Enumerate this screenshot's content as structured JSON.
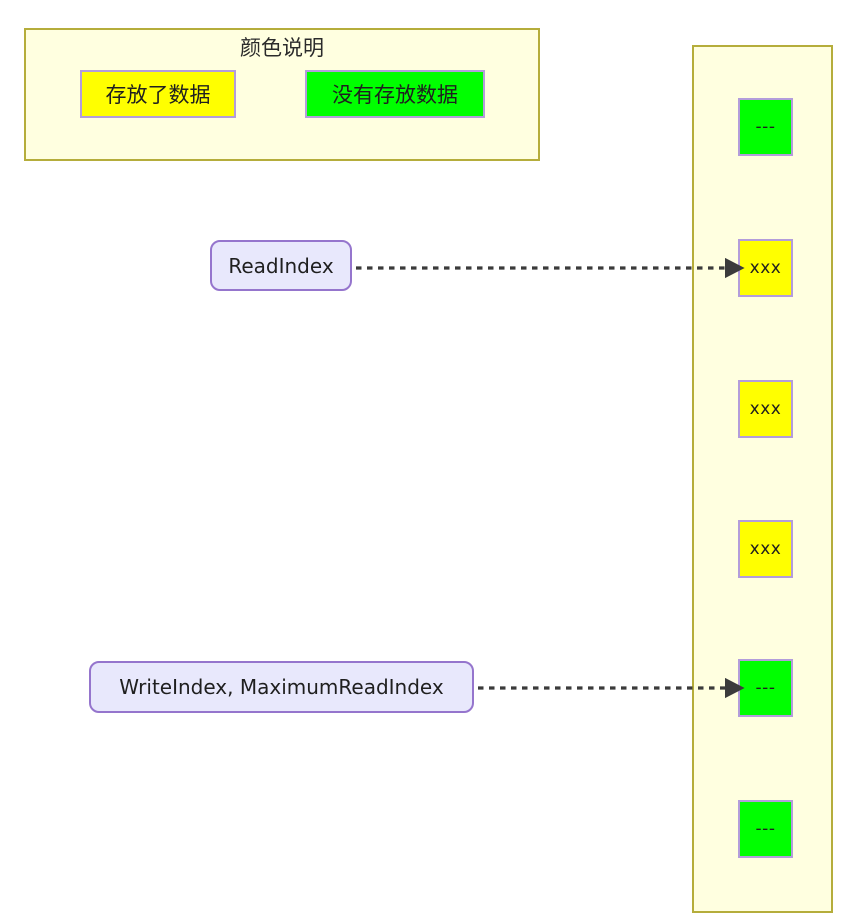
{
  "legend": {
    "title": "颜色说明",
    "items": [
      {
        "label": "存放了数据",
        "color": "#ffff00",
        "border": "#b39ddb"
      },
      {
        "label": "没有存放数据",
        "color": "#00ff00",
        "border": "#b39ddb"
      }
    ],
    "background": "#ffffe0",
    "border_color": "#b5ad3b"
  },
  "buffer": {
    "background": "#ffffe0",
    "border_color": "#b5ad3b",
    "cells": [
      {
        "text": "---",
        "state": "empty",
        "color": "#00ff00"
      },
      {
        "text": "xxx",
        "state": "filled",
        "color": "#ffff00"
      },
      {
        "text": "xxx",
        "state": "filled",
        "color": "#ffff00"
      },
      {
        "text": "xxx",
        "state": "filled",
        "color": "#ffff00"
      },
      {
        "text": "---",
        "state": "empty",
        "color": "#00ff00"
      },
      {
        "text": "---",
        "state": "empty",
        "color": "#00ff00"
      }
    ]
  },
  "pointers": [
    {
      "label": "ReadIndex",
      "target_cell": 1,
      "fill": "#e8e8fc",
      "border": "#9575cd"
    },
    {
      "label": "WriteIndex, MaximumReadIndex",
      "target_cell": 4,
      "fill": "#e8e8fc",
      "border": "#9575cd"
    }
  ],
  "connector": {
    "style": "dashed",
    "color": "#3b3b3b"
  }
}
